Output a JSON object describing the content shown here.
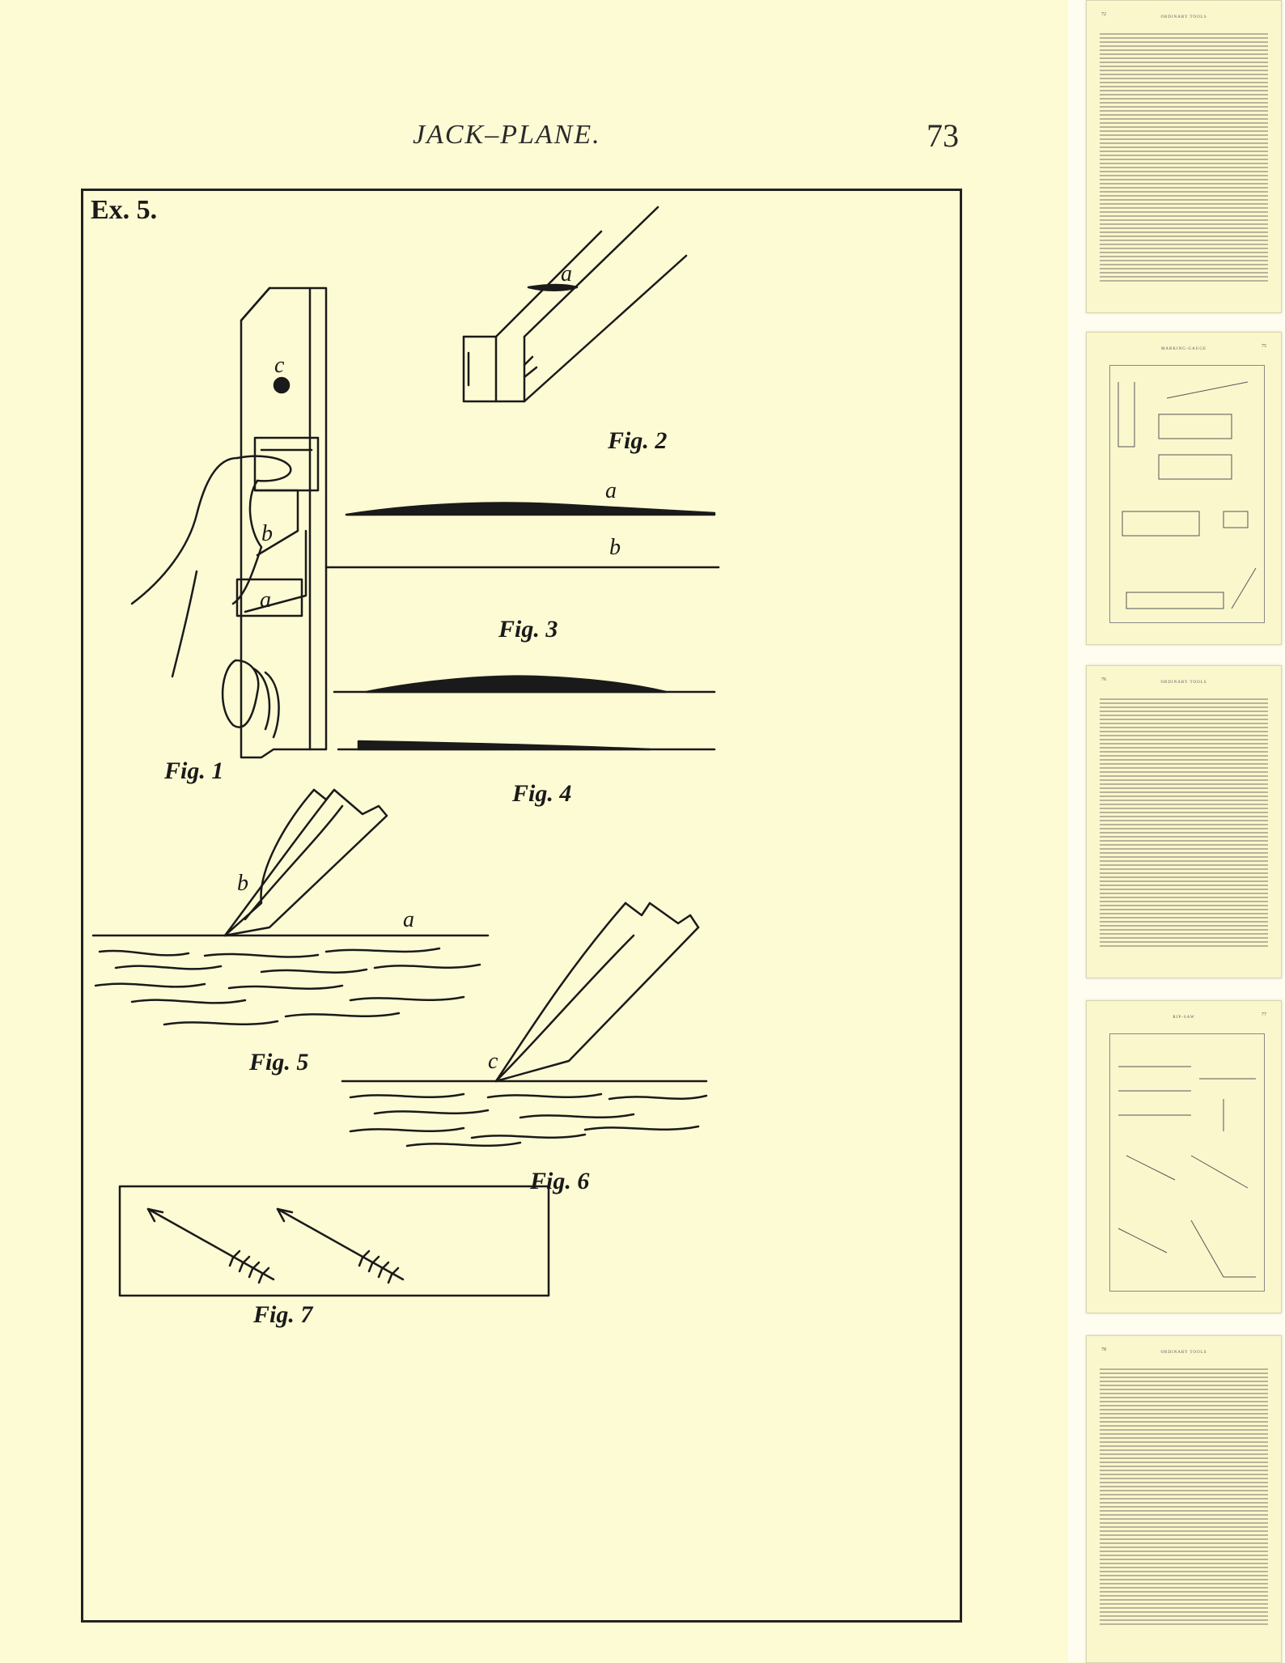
{
  "page": {
    "running_title": "JACK–PLANE.",
    "page_number": "73"
  },
  "plate": {
    "exercise_label": "Ex. 5.",
    "figures": [
      {
        "caption": "Fig. 1",
        "letters": [
          "c",
          "b",
          "a"
        ]
      },
      {
        "caption": "Fig. 2",
        "letters": [
          "a"
        ]
      },
      {
        "caption": "Fig. 3",
        "letters": [
          "a",
          "b"
        ]
      },
      {
        "caption": "Fig. 4",
        "letters": []
      },
      {
        "caption": "Fig. 5",
        "letters": [
          "b",
          "a"
        ]
      },
      {
        "caption": "Fig. 6",
        "letters": [
          "c"
        ]
      },
      {
        "caption": "Fig. 7",
        "letters": []
      }
    ]
  },
  "sidebar": {
    "thumbnails": [
      {
        "label": "ORDINARY TOOLS",
        "page": "72",
        "kind": "text"
      },
      {
        "label": "MARKING-GAUGE",
        "page": "75",
        "kind": "plate"
      },
      {
        "label": "ORDINARY TOOLS",
        "page": "76",
        "kind": "text"
      },
      {
        "label": "RIP-SAW",
        "page": "77",
        "kind": "plate"
      },
      {
        "label": "ORDINARY TOOLS",
        "page": "78",
        "kind": "text"
      }
    ]
  }
}
